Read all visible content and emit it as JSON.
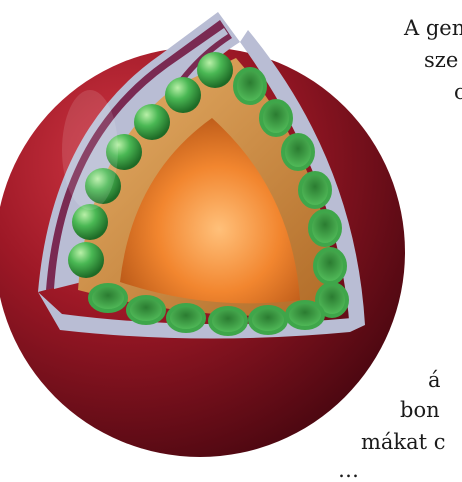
{
  "image": {
    "subject": "cutaway-sphere-illustration",
    "colors": {
      "outer_shell": "#8e1420",
      "layer_stripes": "#b9bdd4",
      "inner_wall": "#c88a3c",
      "core": "#f2862f",
      "spheres": "#3fa64a"
    }
  },
  "text_fragments": {
    "line1": "A gen",
    "line2": "sze",
    "line3": "c",
    "line4": "á",
    "line5": "bon",
    "line6": "mákat c",
    "line7": "…"
  }
}
